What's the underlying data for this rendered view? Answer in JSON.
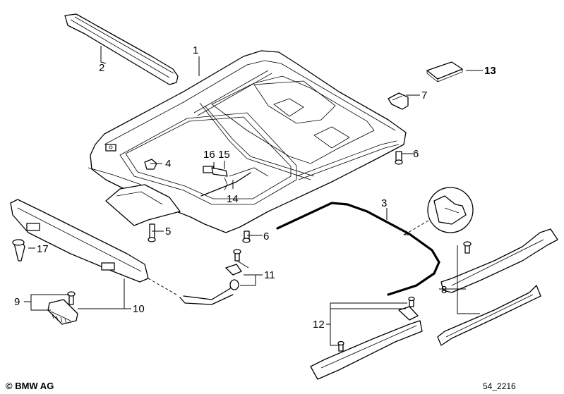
{
  "callouts": {
    "c1": "1",
    "c2": "2",
    "c3": "3",
    "c4": "4",
    "c5": "5",
    "c6a": "6",
    "c6b": "6",
    "c7": "7",
    "c8": "8",
    "c9": "9",
    "c10": "10",
    "c11": "11",
    "c12": "12",
    "c13": "13",
    "c14": "14",
    "c15": "15",
    "c16": "16",
    "c17": "17"
  },
  "footer": {
    "copyright": "© BMW AG",
    "diagram_code": "54_2216"
  }
}
